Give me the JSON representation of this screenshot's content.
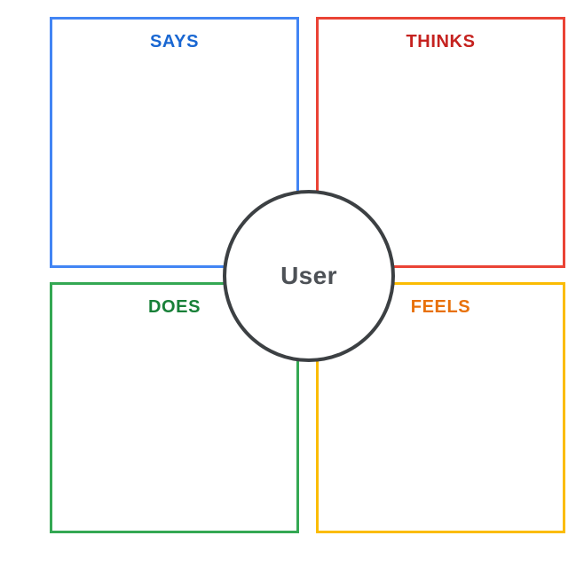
{
  "diagram": {
    "type": "empathy-map",
    "background": "#ffffff"
  },
  "quadrants": [
    {
      "id": "says",
      "label": "SAYS",
      "position": "top-left",
      "border_color": "#4285f4",
      "label_color": "#1967d2"
    },
    {
      "id": "thinks",
      "label": "THINKS",
      "position": "top-right",
      "border_color": "#ea4335",
      "label_color": "#c5221f"
    },
    {
      "id": "does",
      "label": "DOES",
      "position": "bottom-left",
      "border_color": "#34a853",
      "label_color": "#188038"
    },
    {
      "id": "feels",
      "label": "FEELS",
      "position": "bottom-right",
      "border_color": "#fbbc04",
      "label_color": "#e8710a"
    }
  ],
  "center": {
    "label": "User",
    "circle_border_color": "#3c4043",
    "label_color": "#4d5156",
    "fill": "#ffffff"
  }
}
